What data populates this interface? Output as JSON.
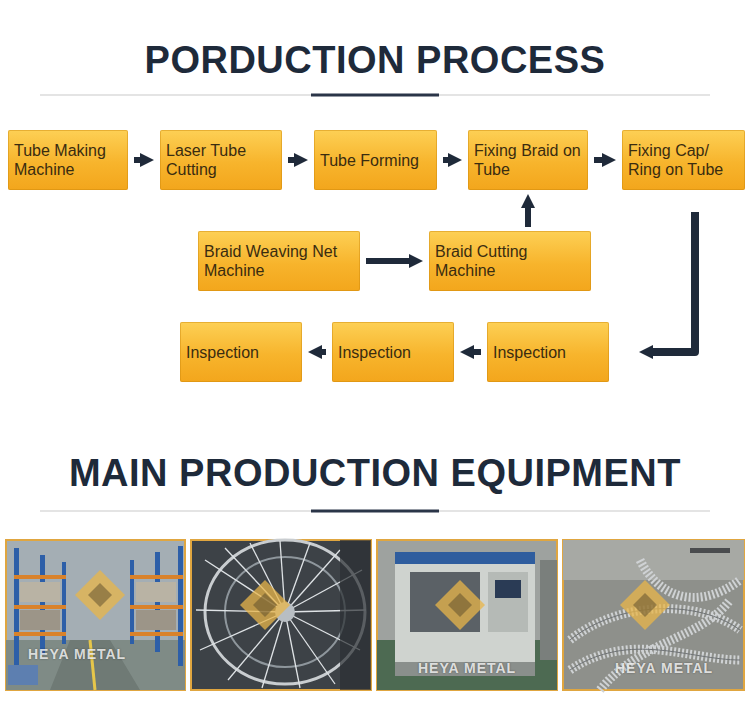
{
  "diagram": {
    "title": "PORDUCTION PROCESS",
    "nodes": [
      {
        "text": [
          "Tube Making Machine"
        ]
      },
      {
        "text": [
          "Laser Tube Cutting"
        ]
      },
      {
        "text": [
          "Tube Forming"
        ]
      },
      {
        "text": [
          "Fixing Braid on Tube"
        ]
      },
      {
        "text": [
          "Fixing Cap/ Ring on Tube"
        ]
      },
      {
        "text": [
          "Braid Weaving Net Machine"
        ]
      },
      {
        "text": [
          "Braid Cutting Machine"
        ]
      },
      {
        "text": [
          "Inspection"
        ]
      },
      {
        "text": [
          "Inspection"
        ]
      },
      {
        "text": [
          "Inspection"
        ]
      }
    ],
    "edges": [
      {
        "from": 0,
        "to": 1,
        "arrow": "to"
      },
      {
        "from": 1,
        "to": 2,
        "arrow": "to"
      },
      {
        "from": 2,
        "to": 3,
        "arrow": "to"
      },
      {
        "from": 3,
        "to": 4,
        "arrow": "to"
      },
      {
        "from": 5,
        "to": 6,
        "arrow": "to"
      },
      {
        "from": 6,
        "to": 3,
        "arrow": "to"
      },
      {
        "from": 4,
        "to": 9,
        "arrow": "to"
      },
      {
        "from": 9,
        "to": 8,
        "arrow": "to"
      },
      {
        "from": 8,
        "to": 7,
        "arrow": "to"
      }
    ],
    "labels": [
      "MAIN PRODUCTION EQUIPMENT",
      "HEYA METAL",
      "HEYA METAL",
      "HEYA METAL"
    ]
  }
}
